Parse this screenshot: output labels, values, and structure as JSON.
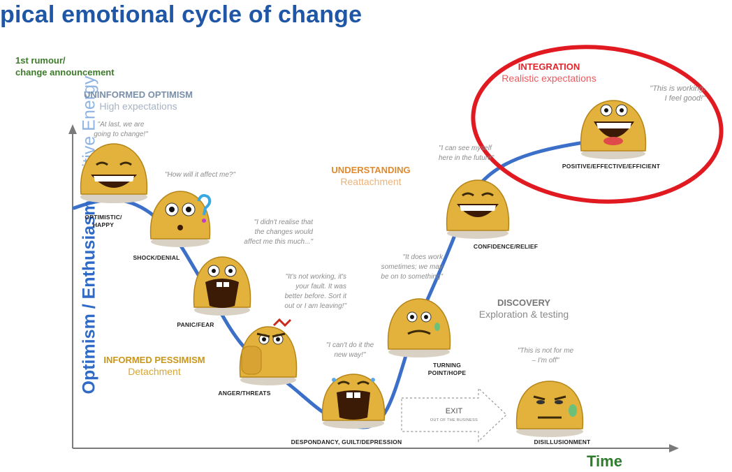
{
  "title": "pical emotional cycle of change",
  "rumour": "1st rumour/",
  "rumour_line2": "change announcement",
  "y_axis": {
    "main": "Optimism / Enthusiasm",
    "secondary": "Positive Energy"
  },
  "x_axis": {
    "label": "Time"
  },
  "phases": {
    "uninformed": {
      "name": "UNINFORMED OPTIMISM",
      "sub": "High expectations"
    },
    "informed": {
      "name": "INFORMED PESSIMISM",
      "sub": "Detachment"
    },
    "understanding": {
      "name": "UNDERSTANDING",
      "sub": "Reattachment"
    },
    "discovery": {
      "name": "DISCOVERY",
      "sub": "Exploration & testing"
    },
    "integration": {
      "name": "INTEGRATION",
      "sub": "Realistic expectations"
    }
  },
  "quotes": {
    "q1a": "\"At last, we are",
    "q1b": "going to change!\"",
    "q2": "\"How will it affect me?\"",
    "q3a": "\"I didn't realise that",
    "q3b": "the changes would",
    "q3c": "affect me this much...\"",
    "q4a": "\"It's not working, it's",
    "q4b": "your fault. It was",
    "q4c": "better before. Sort it",
    "q4d": "out or I am leaving!\"",
    "q5a": "\"I can't do it the",
    "q5b": "new way!\"",
    "q6a": "\"It does work",
    "q6b": "sometimes; we may",
    "q6c": "be on to something\"",
    "q7a": "\"I can see myself",
    "q7b": "here in the future\"",
    "q8a": "\"This is working,",
    "q8b": "I feel good!\"",
    "q9a": "\"This is not for me",
    "q9b": "– I'm off\""
  },
  "stages": {
    "optimistic": "OPTIMISTIC/",
    "optimistic2": "HAPPY",
    "shock": "SHOCK/DENIAL",
    "panic": "PANIC/FEAR",
    "anger": "ANGER/THREATS",
    "despondency": "DESPONDANCY, GUILT/DEPRESSION",
    "turning": "TURNING",
    "turning2": "POINT/HOPE",
    "confidence": "CONFIDENCE/RELIEF",
    "positive": "POSITIVE/EFFECTIVE/EFFICIENT",
    "disillusionment": "DISILLUSIONMENT"
  },
  "exit": {
    "label": "EXIT",
    "sub": "OUT OF THE BUSINESS"
  },
  "colors": {
    "curve": "#3b6fc8",
    "title": "#1f57a6",
    "uninformed": "#7a8fa8",
    "informed": "#c9961a",
    "understanding": "#e08a2e",
    "discovery": "#777777",
    "integration": "#e0262d",
    "highlight_ring": "#e11a22",
    "face": "#e3b23c"
  }
}
